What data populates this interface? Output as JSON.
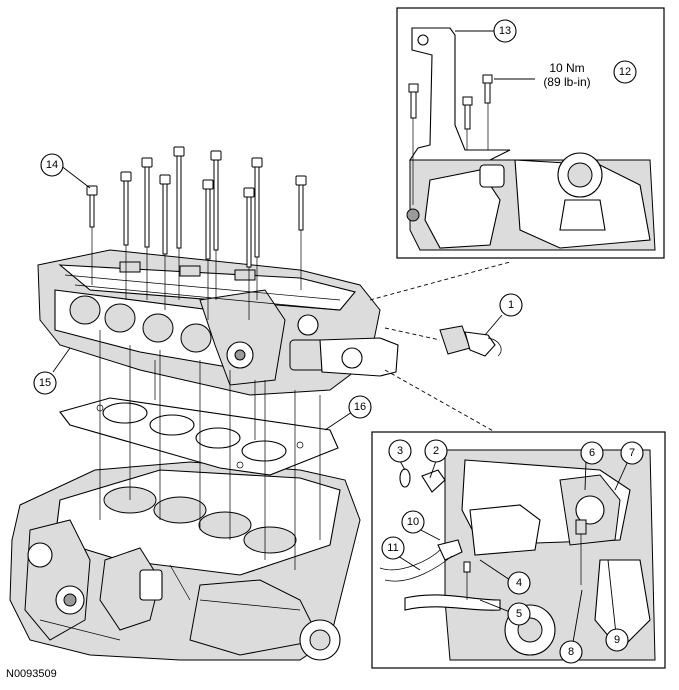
{
  "figure_id": "N0093509",
  "torque_spec": {
    "line1": "10 Nm",
    "line2": "(89 lb-in)"
  },
  "callouts": [
    "1",
    "2",
    "3",
    "4",
    "5",
    "6",
    "7",
    "8",
    "9",
    "10",
    "11",
    "12",
    "13",
    "14",
    "15",
    "16"
  ]
}
